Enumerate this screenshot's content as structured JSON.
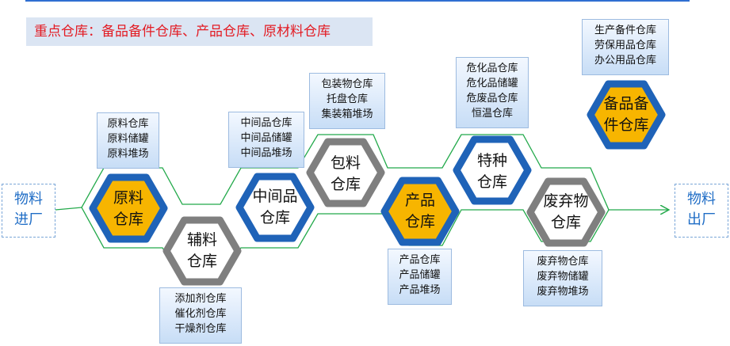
{
  "title": "重点仓库：备品备件仓库、产品仓库、原材料仓库",
  "entry": {
    "line1": "物料",
    "line2": "进厂"
  },
  "exit": {
    "line1": "物料",
    "line2": "出厂"
  },
  "colors": {
    "blue": "#1f63b8",
    "gray": "#7f7f7f",
    "gold": "#f7b500",
    "green": "#22a94a",
    "title_red": "#e31b23"
  },
  "hexes": [
    {
      "id": "raw",
      "line1": "原料",
      "line2": "仓库",
      "style": "blue-gold"
    },
    {
      "id": "aux",
      "line1": "辅料",
      "line2": "仓库",
      "style": "gray"
    },
    {
      "id": "mid",
      "line1": "中间品",
      "line2": "仓库",
      "style": "blue"
    },
    {
      "id": "pack",
      "line1": "包料",
      "line2": "仓库",
      "style": "gray"
    },
    {
      "id": "product",
      "line1": "产品",
      "line2": "仓库",
      "style": "blue-gold"
    },
    {
      "id": "special",
      "line1": "特种",
      "line2": "仓库",
      "style": "blue"
    },
    {
      "id": "waste",
      "line1": "废弃物",
      "line2": "仓库",
      "style": "gray"
    },
    {
      "id": "spare",
      "line1": "备品备",
      "line2": "件仓库",
      "style": "blue-gold"
    }
  ],
  "info_boxes": [
    {
      "id": "raw",
      "lines": [
        "原料仓库",
        "原料储罐",
        "原料堆场"
      ]
    },
    {
      "id": "aux",
      "lines": [
        "添加剂仓库",
        "催化剂仓库",
        "干燥剂仓库"
      ]
    },
    {
      "id": "mid",
      "lines": [
        "中间品仓库",
        "中间品储罐",
        "中间品堆场"
      ]
    },
    {
      "id": "pack",
      "lines": [
        "包装物仓库",
        "托盘仓库",
        "集装箱堆场"
      ]
    },
    {
      "id": "product",
      "lines": [
        "产品仓库",
        "产品储罐",
        "产品堆场"
      ]
    },
    {
      "id": "special",
      "lines": [
        "危化品仓库",
        "危化品储罐",
        "危废品仓库",
        "恒温仓库"
      ]
    },
    {
      "id": "waste",
      "lines": [
        "废弃物仓库",
        "废弃物储罐",
        "废弃物堆场"
      ]
    },
    {
      "id": "spare",
      "lines": [
        "生产备件仓库",
        "劳保用品仓库",
        "办公用品仓库"
      ]
    }
  ]
}
